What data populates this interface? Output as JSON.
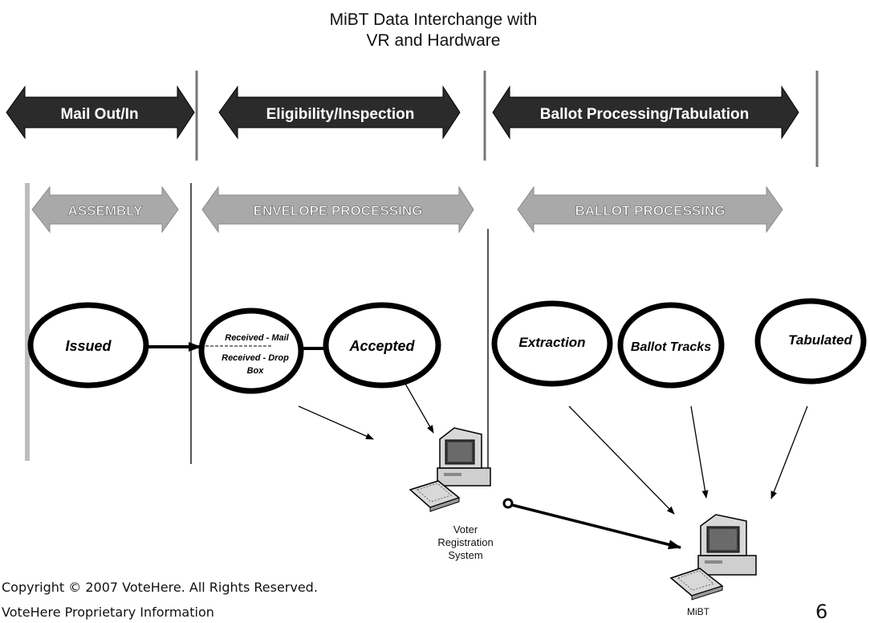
{
  "title": {
    "line1": "MiBT Data Interchange with",
    "line2": "VR and Hardware"
  },
  "phases": [
    {
      "label": "Mail Out/In"
    },
    {
      "label": "Eligibility/Inspection"
    },
    {
      "label": "Ballot Processing/Tabulation"
    }
  ],
  "subphases": [
    {
      "label": "ASSEMBLY"
    },
    {
      "label": "ENVELOPE PROCESSING"
    },
    {
      "label": "BALLOT PROCESSING"
    }
  ],
  "states": {
    "issued": "Issued",
    "received_mail": "Received - Mail",
    "received_drop_1": "Received - Drop",
    "received_drop_2": "Box",
    "accepted": "Accepted",
    "extraction": "Extraction",
    "ballot_tracks": "Ballot Tracks",
    "tabulated": "Tabulated"
  },
  "systems": {
    "voter_registration_1": "Voter",
    "voter_registration_2": "Registration",
    "voter_registration_3": "System",
    "mibt": "MiBT"
  },
  "footer": {
    "copyright": "Copyright © 2007 VoteHere. All Rights Reserved.",
    "proprietary": "VoteHere Proprietary Information",
    "page_number": "6"
  },
  "colors": {
    "phase_arrow": "#2b2b2b",
    "subphase_arrow": "#a9a9a9",
    "ellipse_stroke": "#000000"
  }
}
